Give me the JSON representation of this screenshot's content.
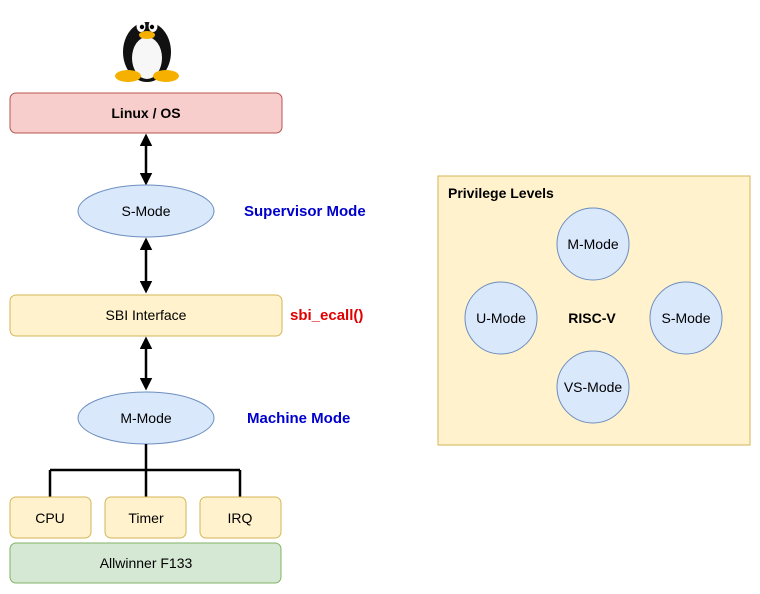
{
  "colors": {
    "os_fill": "#f8cecc",
    "os_stroke": "#b85450",
    "mode_fill": "#dae8fc",
    "mode_stroke": "#6c8ebf",
    "box_fill": "#fff2cc",
    "box_stroke": "#d6b656",
    "soc_fill": "#d5e8d4",
    "soc_stroke": "#82b366",
    "blue_text": "#0000cc",
    "red_text": "#e00000"
  },
  "stack": {
    "logo": "tux-penguin-icon",
    "os_label": "Linux / OS",
    "s_mode_label": "S-Mode",
    "s_mode_caption": "Supervisor Mode",
    "sbi_label": "SBI Interface",
    "sbi_caption": "sbi_ecall()",
    "m_mode_label": "M-Mode",
    "m_mode_caption": "Machine Mode",
    "hardware": [
      "CPU",
      "Timer",
      "IRQ"
    ],
    "soc_label": "Allwinner F133"
  },
  "privilege_panel": {
    "title": "Privilege Levels",
    "center_label": "RISC-V",
    "levels": {
      "top": "M-Mode",
      "left": "U-Mode",
      "right": "S-Mode",
      "bottom": "VS-Mode"
    }
  }
}
